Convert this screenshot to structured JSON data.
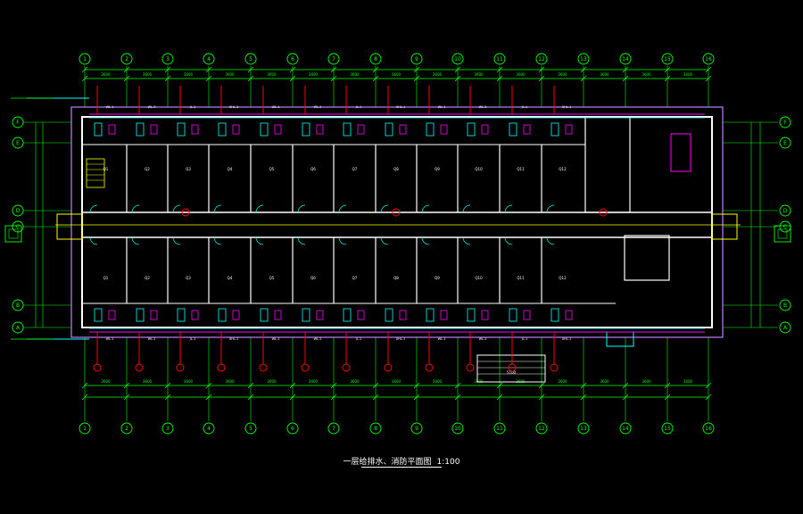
{
  "drawing": {
    "title": "一层给排水、消防平面图",
    "scale": "1:100"
  },
  "axes": {
    "columns": [
      "1",
      "2",
      "3",
      "4",
      "5",
      "6",
      "7",
      "8",
      "9",
      "10",
      "11",
      "12",
      "13",
      "14",
      "15",
      "16"
    ],
    "rows_top_to_bottom": [
      "F",
      "E",
      "D",
      "C",
      "B",
      "A"
    ]
  },
  "dimensions": {
    "top_segments": [
      "3600",
      "3600",
      "3600",
      "3600",
      "3600",
      "3600",
      "3600",
      "3600",
      "3600",
      "3600",
      "3600",
      "3600",
      "3600",
      "3600",
      "3600"
    ],
    "bottom_segments": [
      "3600",
      "3600",
      "3600",
      "3600",
      "3600",
      "3600",
      "3600",
      "3600",
      "3600",
      "3600",
      "3600",
      "3600",
      "3600",
      "3600",
      "3600"
    ],
    "stair_width": "5100"
  },
  "room_labels": [
    "Q1",
    "Q2",
    "Q3",
    "Q4",
    "Q5",
    "Q6",
    "Q7",
    "Q8",
    "Q9",
    "Q10",
    "Q11",
    "Q12"
  ],
  "pipe_tags": [
    "WL-1",
    "WL-2",
    "JL-1",
    "XHL-1"
  ],
  "colors": {
    "background": "#000000",
    "wall": "#ffffff",
    "axis": "#00ff00",
    "pipe": "#ff00ff",
    "water": "#00ffff",
    "fire": "#ff0000",
    "outline": "#c080ff",
    "furniture": "#ffff00"
  }
}
